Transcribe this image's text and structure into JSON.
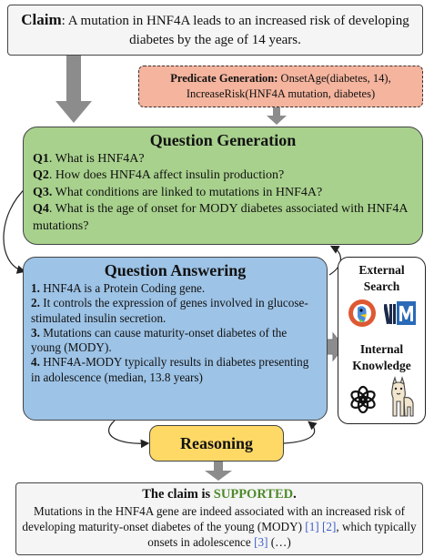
{
  "claim": {
    "label": "Claim",
    "sep": ":",
    "text": " A mutation in HNF4A leads to an increased risk of developing diabetes by the age of 14 years."
  },
  "predicate": {
    "label": "Predicate Generation:",
    "line1": " OnsetAge(diabetes, 14),",
    "line2": "IncreaseRisk(HNF4A mutation, diabetes)"
  },
  "question_generation": {
    "title": "Question Generation",
    "questions": [
      {
        "id": "Q1",
        "sep": ".",
        "text": " What is HNF4A?"
      },
      {
        "id": "Q2",
        "sep": ".",
        "text": " How does HNF4A affect insulin production?"
      },
      {
        "id": "Q3.",
        "sep": "",
        "text": " What conditions are linked to mutations in HNF4A?"
      },
      {
        "id": "Q4",
        "sep": ".",
        "text": " What is the age of onset for MODY diabetes associated with HNF4A mutations?"
      }
    ]
  },
  "question_answering": {
    "title": "Question Answering",
    "answers": [
      {
        "num": "1.",
        "text": " HNF4A is a Protein Coding gene."
      },
      {
        "num": "2.",
        "text": " It controls the expression of genes involved in glucose-stimulated insulin secretion."
      },
      {
        "num": "3.",
        "text": " Mutations can cause maturity-onset diabetes of the young (MODY)."
      },
      {
        "num": "4.",
        "text": " HNF4A-MODY typically results in diabetes presenting in adolescence (median, 13.8 years)"
      }
    ]
  },
  "sources": {
    "external_line1": "External",
    "external_line2": "Search",
    "internal_line1": "Internal",
    "internal_line2": "Knowledge",
    "icons": [
      "duckduckgo-icon",
      "ncbi-bookshelf-icon",
      "openai-icon",
      "llama-icon"
    ]
  },
  "reasoning": {
    "title": "Reasoning"
  },
  "verdict": {
    "prefix": "The claim is ",
    "label": "SUPPORTED",
    "suffix": ".",
    "text_a": "Mutations in the HNF4A gene are indeed associated with an increased risk of developing maturity-onset diabetes of the young (MODY) ",
    "cite1": "[1]",
    "cite2": "[2]",
    "text_b": ", which typically onsets in adolescence ",
    "cite3": "[3]",
    "text_c": " (…)"
  },
  "colors": {
    "claim_bg": "#f5f5f5",
    "predicate_bg": "#f4b49e",
    "question_generation_bg": "#a8d18d",
    "question_answering_bg": "#9dc3e6",
    "reasoning_bg": "#ffd966",
    "supported": "#4e8a2c",
    "citation": "#3f5fc8",
    "arrow": "#8c8c8c"
  }
}
